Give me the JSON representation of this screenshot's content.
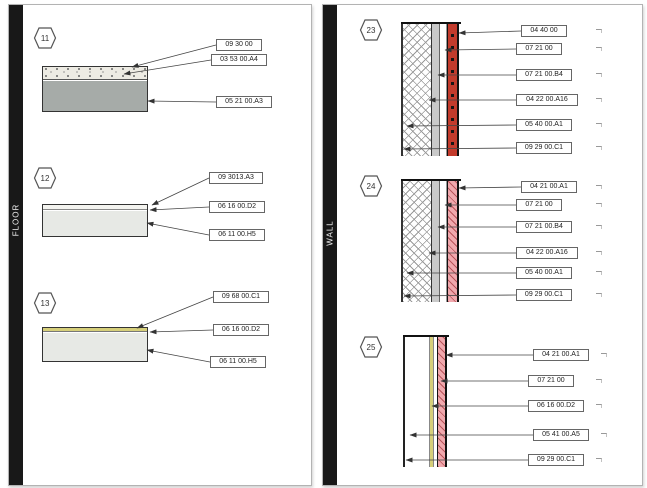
{
  "panels": [
    {
      "name": "FLOOR",
      "details": [
        {
          "id": "11",
          "labels": [
            "09 30 00",
            "03 53 00.A4",
            "05 21 00.A3"
          ]
        },
        {
          "id": "12",
          "labels": [
            "09 3013.A3",
            "06 16 00.D2",
            "06 11 00.H5"
          ]
        },
        {
          "id": "13",
          "labels": [
            "09 68 00.C1",
            "06 16 00.D2",
            "06 11 00.H5"
          ]
        }
      ]
    },
    {
      "name": "WALL",
      "details": [
        {
          "id": "23",
          "labels": [
            "04 40 00",
            "07 21 00",
            "07 21 00.B4",
            "04 22 00.A16",
            "05 40 00.A1",
            "09 29 00.C1"
          ]
        },
        {
          "id": "24",
          "labels": [
            "04 21 00.A1",
            "07 21 00",
            "07 21 00.B4",
            "04 22 00.A16",
            "05 40 00.A1",
            "09 29 00.C1"
          ]
        },
        {
          "id": "25",
          "labels": [
            "04 21 00.A1",
            "07 21 00",
            "06 16 00.D2",
            "05 41 00.A5",
            "09 29 00.C1"
          ]
        }
      ]
    }
  ],
  "colors": {
    "page_border": "#b3b3b3",
    "strip_bg": "#181818",
    "strip_text": "#f2f2f2",
    "leader_line": "#444444",
    "slab_gray": "#a6aba8",
    "slab_light": "#e7e9e5",
    "speckle_bg": "#edebe3",
    "finish_yellow": "#d6cf7a",
    "brick_red": "#c23b2c",
    "pink_bg": "#f0a8ad",
    "pink_line": "#b9565c",
    "sheathing_gray": "#c9c9c9",
    "hatch_line": "#9a9a9a"
  }
}
